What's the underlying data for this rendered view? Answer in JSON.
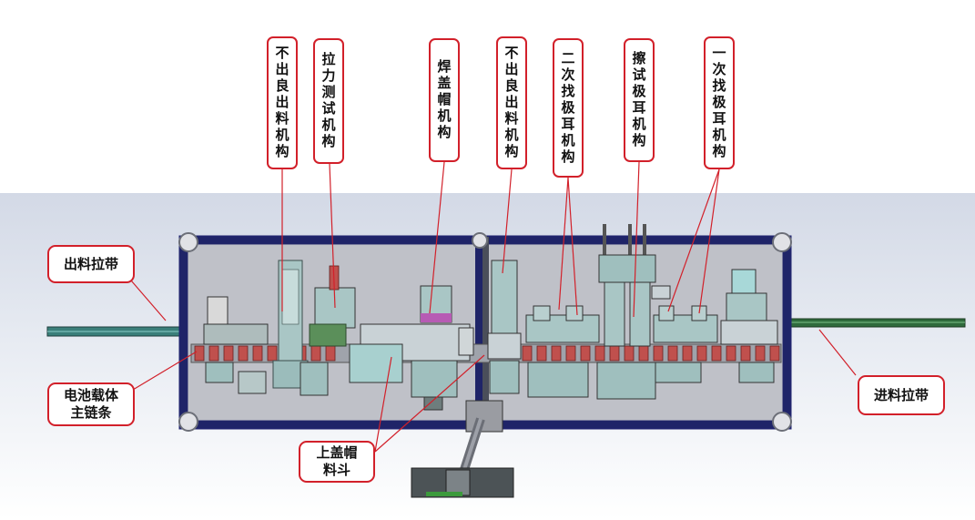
{
  "labels": {
    "buliang1": "不出良出料机构",
    "lali": "拉力测试机构",
    "hangaimao": "焊盖帽机构",
    "buliang2": "不出良出料机构",
    "erci": "二次找极耳机构",
    "cashi": "擦试极耳机构",
    "yici": "一次找极耳机构",
    "chuliao": "出料拉带",
    "jinliao": "进料拉带",
    "dianchi_line1": "电池载体",
    "dianchi_line2": "主链条",
    "shanggai_line1": "上盖帽",
    "shanggai_line2": "料斗"
  },
  "colors": {
    "callout_border": "#d2202a",
    "leader": "#d2202a",
    "frame": "#20246e",
    "machine_panel": "#c4c6cc",
    "chain": "#c0504d",
    "conveyor": "#2e6e6a",
    "component": "#a6c8c8"
  }
}
